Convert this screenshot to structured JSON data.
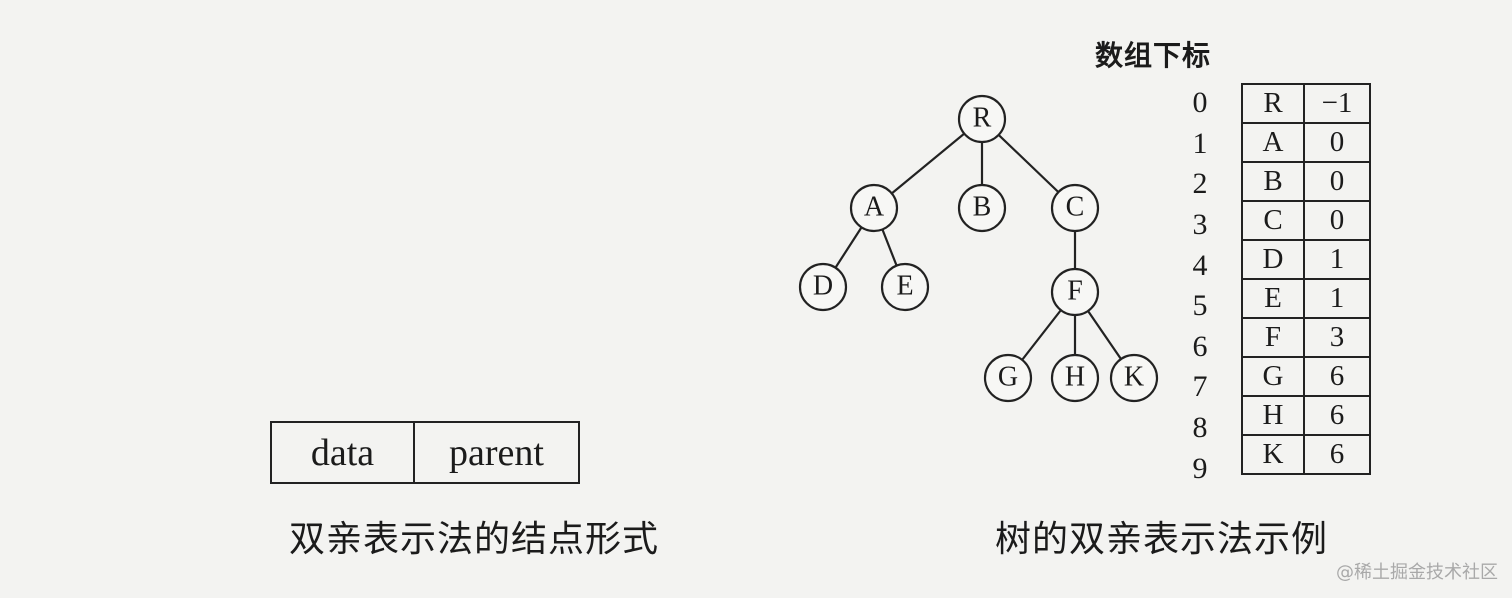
{
  "node_format": {
    "fields": [
      "data",
      "parent"
    ],
    "caption": "双亲表示法的结点形式"
  },
  "example": {
    "caption": "树的双亲表示法示例",
    "index_header": "数组下标",
    "rows": [
      {
        "index": "0",
        "data": "R",
        "parent": "−1"
      },
      {
        "index": "1",
        "data": "A",
        "parent": "0"
      },
      {
        "index": "2",
        "data": "B",
        "parent": "0"
      },
      {
        "index": "3",
        "data": "C",
        "parent": "0"
      },
      {
        "index": "4",
        "data": "D",
        "parent": "1"
      },
      {
        "index": "5",
        "data": "E",
        "parent": "1"
      },
      {
        "index": "6",
        "data": "F",
        "parent": "3"
      },
      {
        "index": "7",
        "data": "G",
        "parent": "6"
      },
      {
        "index": "8",
        "data": "H",
        "parent": "6"
      },
      {
        "index": "9",
        "data": "K",
        "parent": "6"
      }
    ]
  },
  "tree": {
    "nodes": [
      "R",
      "A",
      "B",
      "C",
      "D",
      "E",
      "F",
      "G",
      "H",
      "K"
    ],
    "edges": [
      [
        "R",
        "A"
      ],
      [
        "R",
        "B"
      ],
      [
        "R",
        "C"
      ],
      [
        "A",
        "D"
      ],
      [
        "A",
        "E"
      ],
      [
        "C",
        "F"
      ],
      [
        "F",
        "G"
      ],
      [
        "F",
        "H"
      ],
      [
        "F",
        "K"
      ]
    ]
  },
  "watermark": "@稀土掘金技术社区"
}
